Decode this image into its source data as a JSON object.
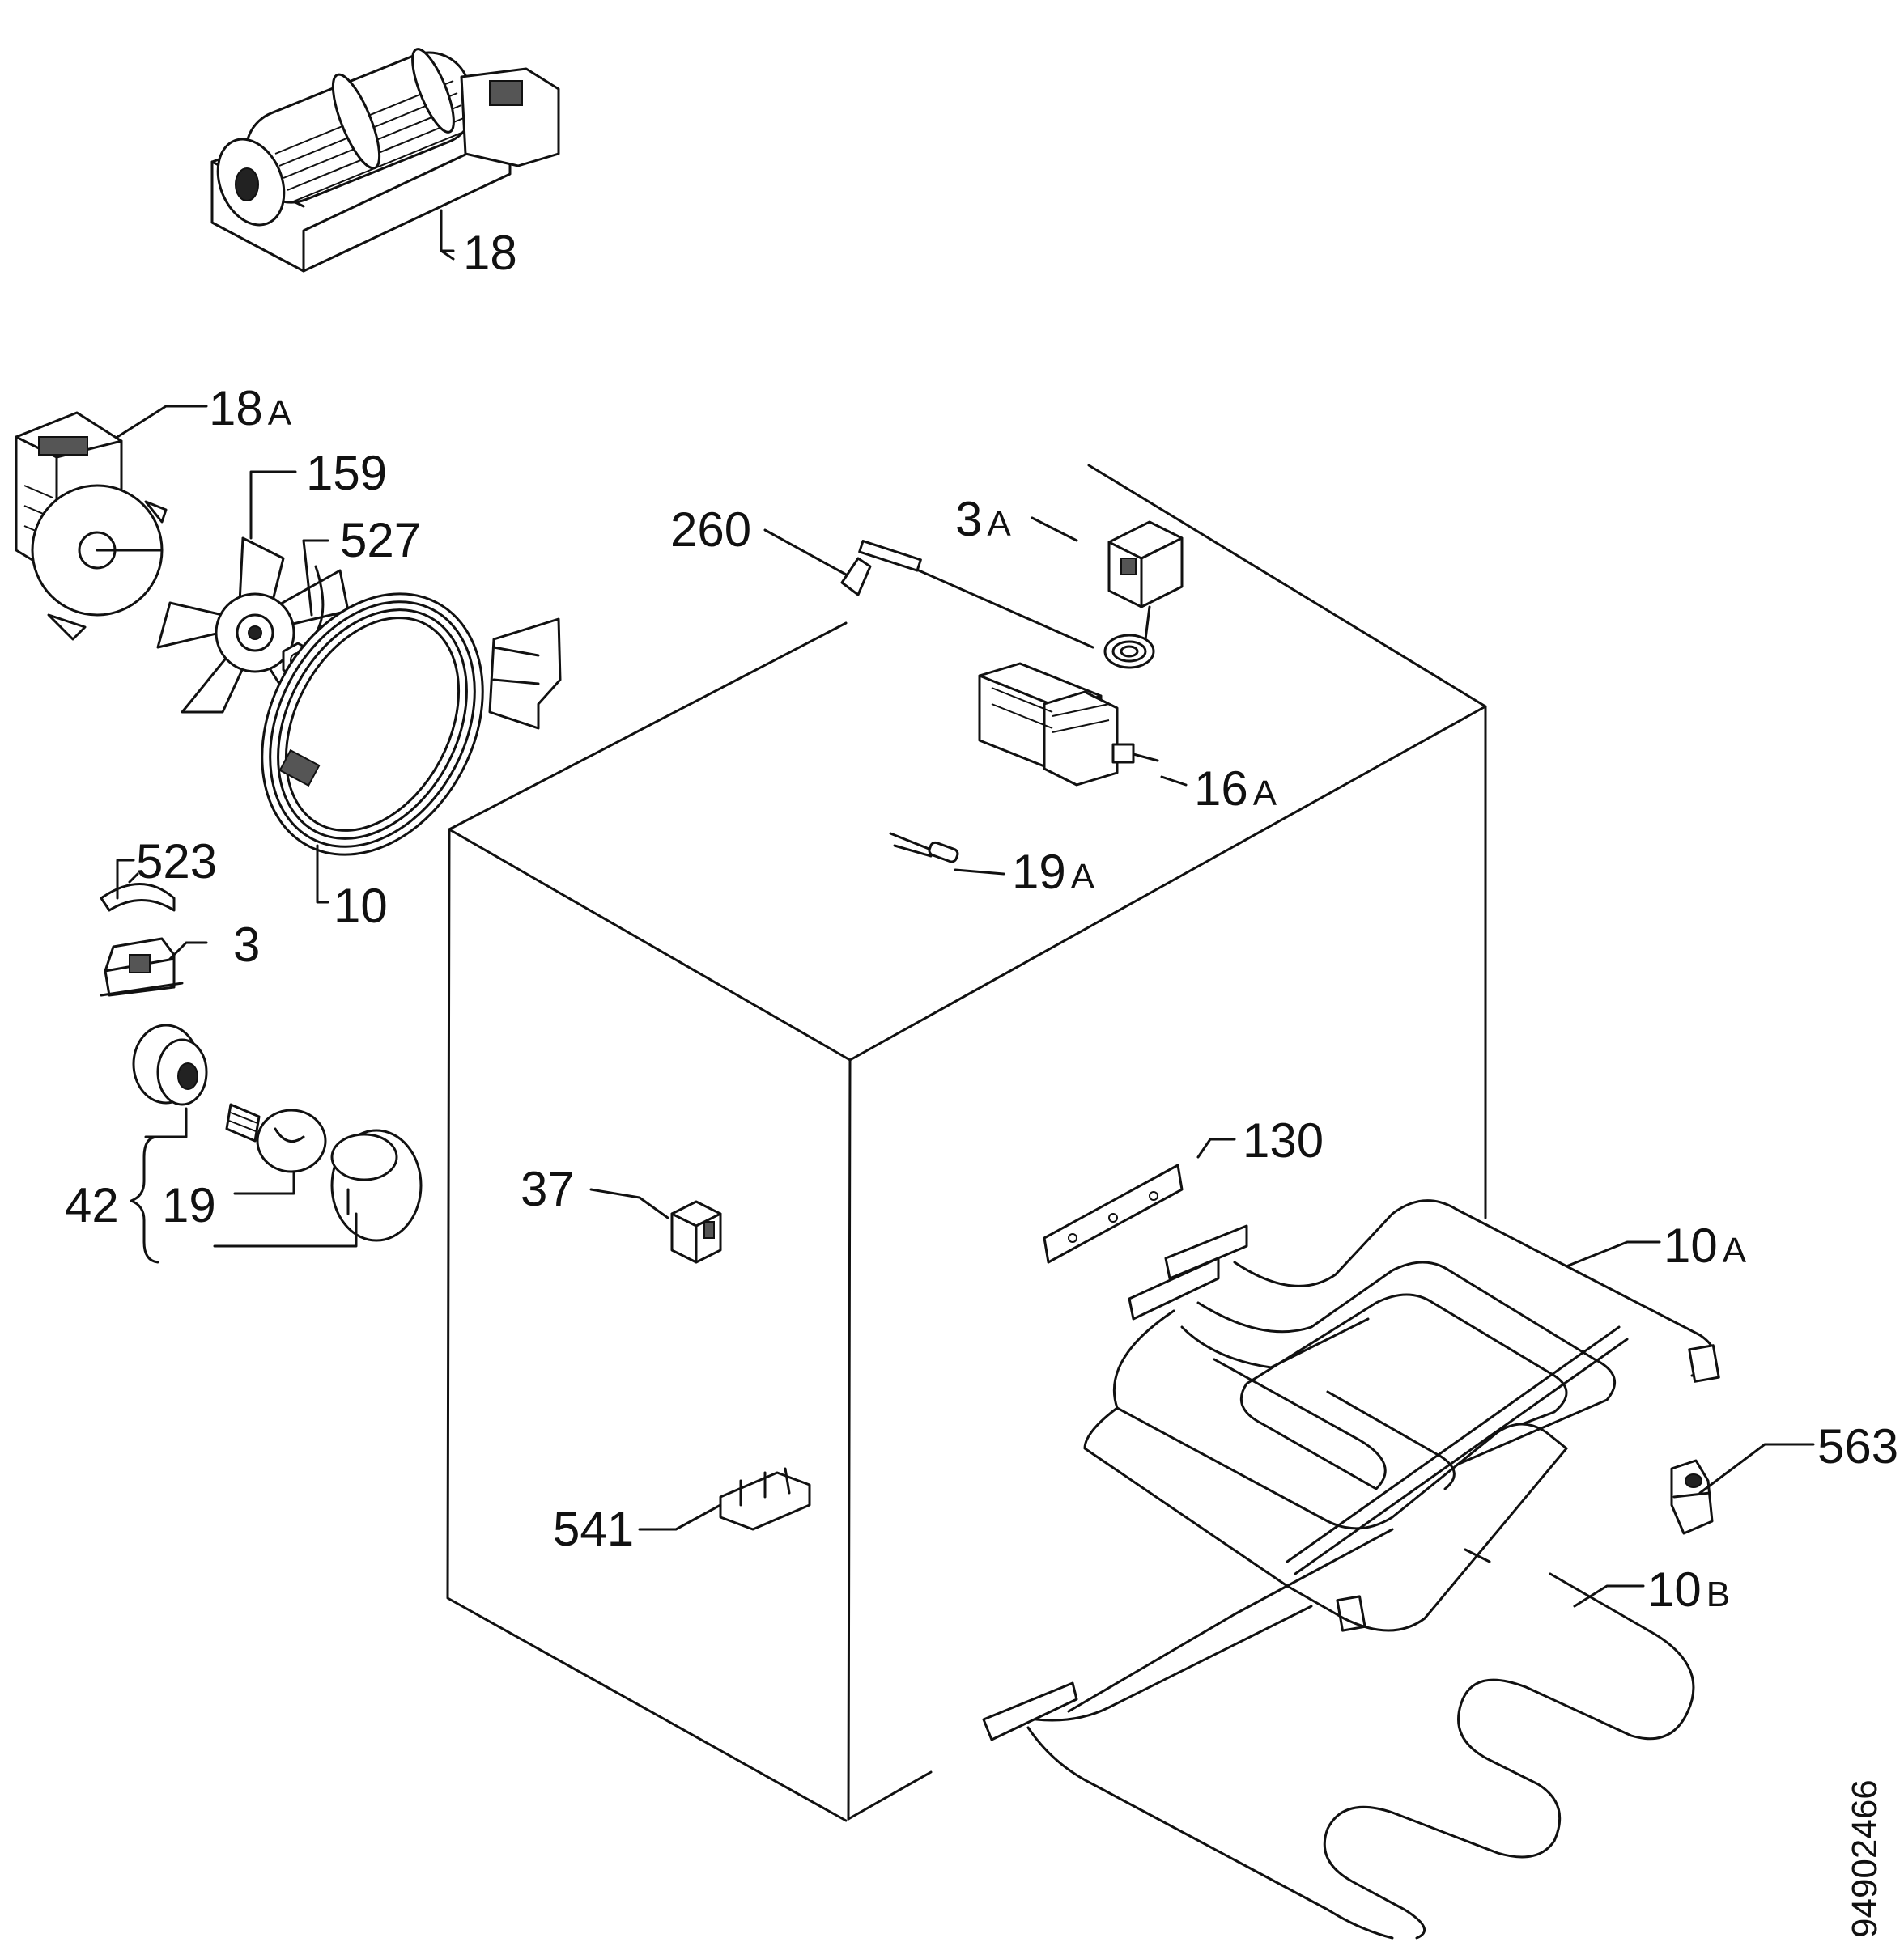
{
  "document_id": "94902466",
  "parts": [
    {
      "id": "fan-motor-assembly",
      "label": "18"
    },
    {
      "id": "fan-motor",
      "label": "18",
      "suffix": "A"
    },
    {
      "id": "fan-blade",
      "label": "159"
    },
    {
      "id": "fan-nut",
      "label": "527"
    },
    {
      "id": "ring-heating-element",
      "label": "10"
    },
    {
      "id": "thermostat-clip",
      "label": "523"
    },
    {
      "id": "thermostat",
      "label": "3"
    },
    {
      "id": "lamp-assembly",
      "label": "42"
    },
    {
      "id": "lamp-bulb",
      "label": "19"
    },
    {
      "id": "thermal-fuse",
      "label": "260"
    },
    {
      "id": "thermostat-3a",
      "label": "3",
      "suffix": "A"
    },
    {
      "id": "selector-switch",
      "label": "16",
      "suffix": "A"
    },
    {
      "id": "pilot-lamp",
      "label": "19",
      "suffix": "A"
    },
    {
      "id": "terminal-block",
      "label": "37"
    },
    {
      "id": "connector",
      "label": "541"
    },
    {
      "id": "element-gasket",
      "label": "130"
    },
    {
      "id": "top-heating-element",
      "label": "10",
      "suffix": "A"
    },
    {
      "id": "clip",
      "label": "563"
    },
    {
      "id": "bottom-heating-element",
      "label": "10",
      "suffix": "B"
    }
  ]
}
